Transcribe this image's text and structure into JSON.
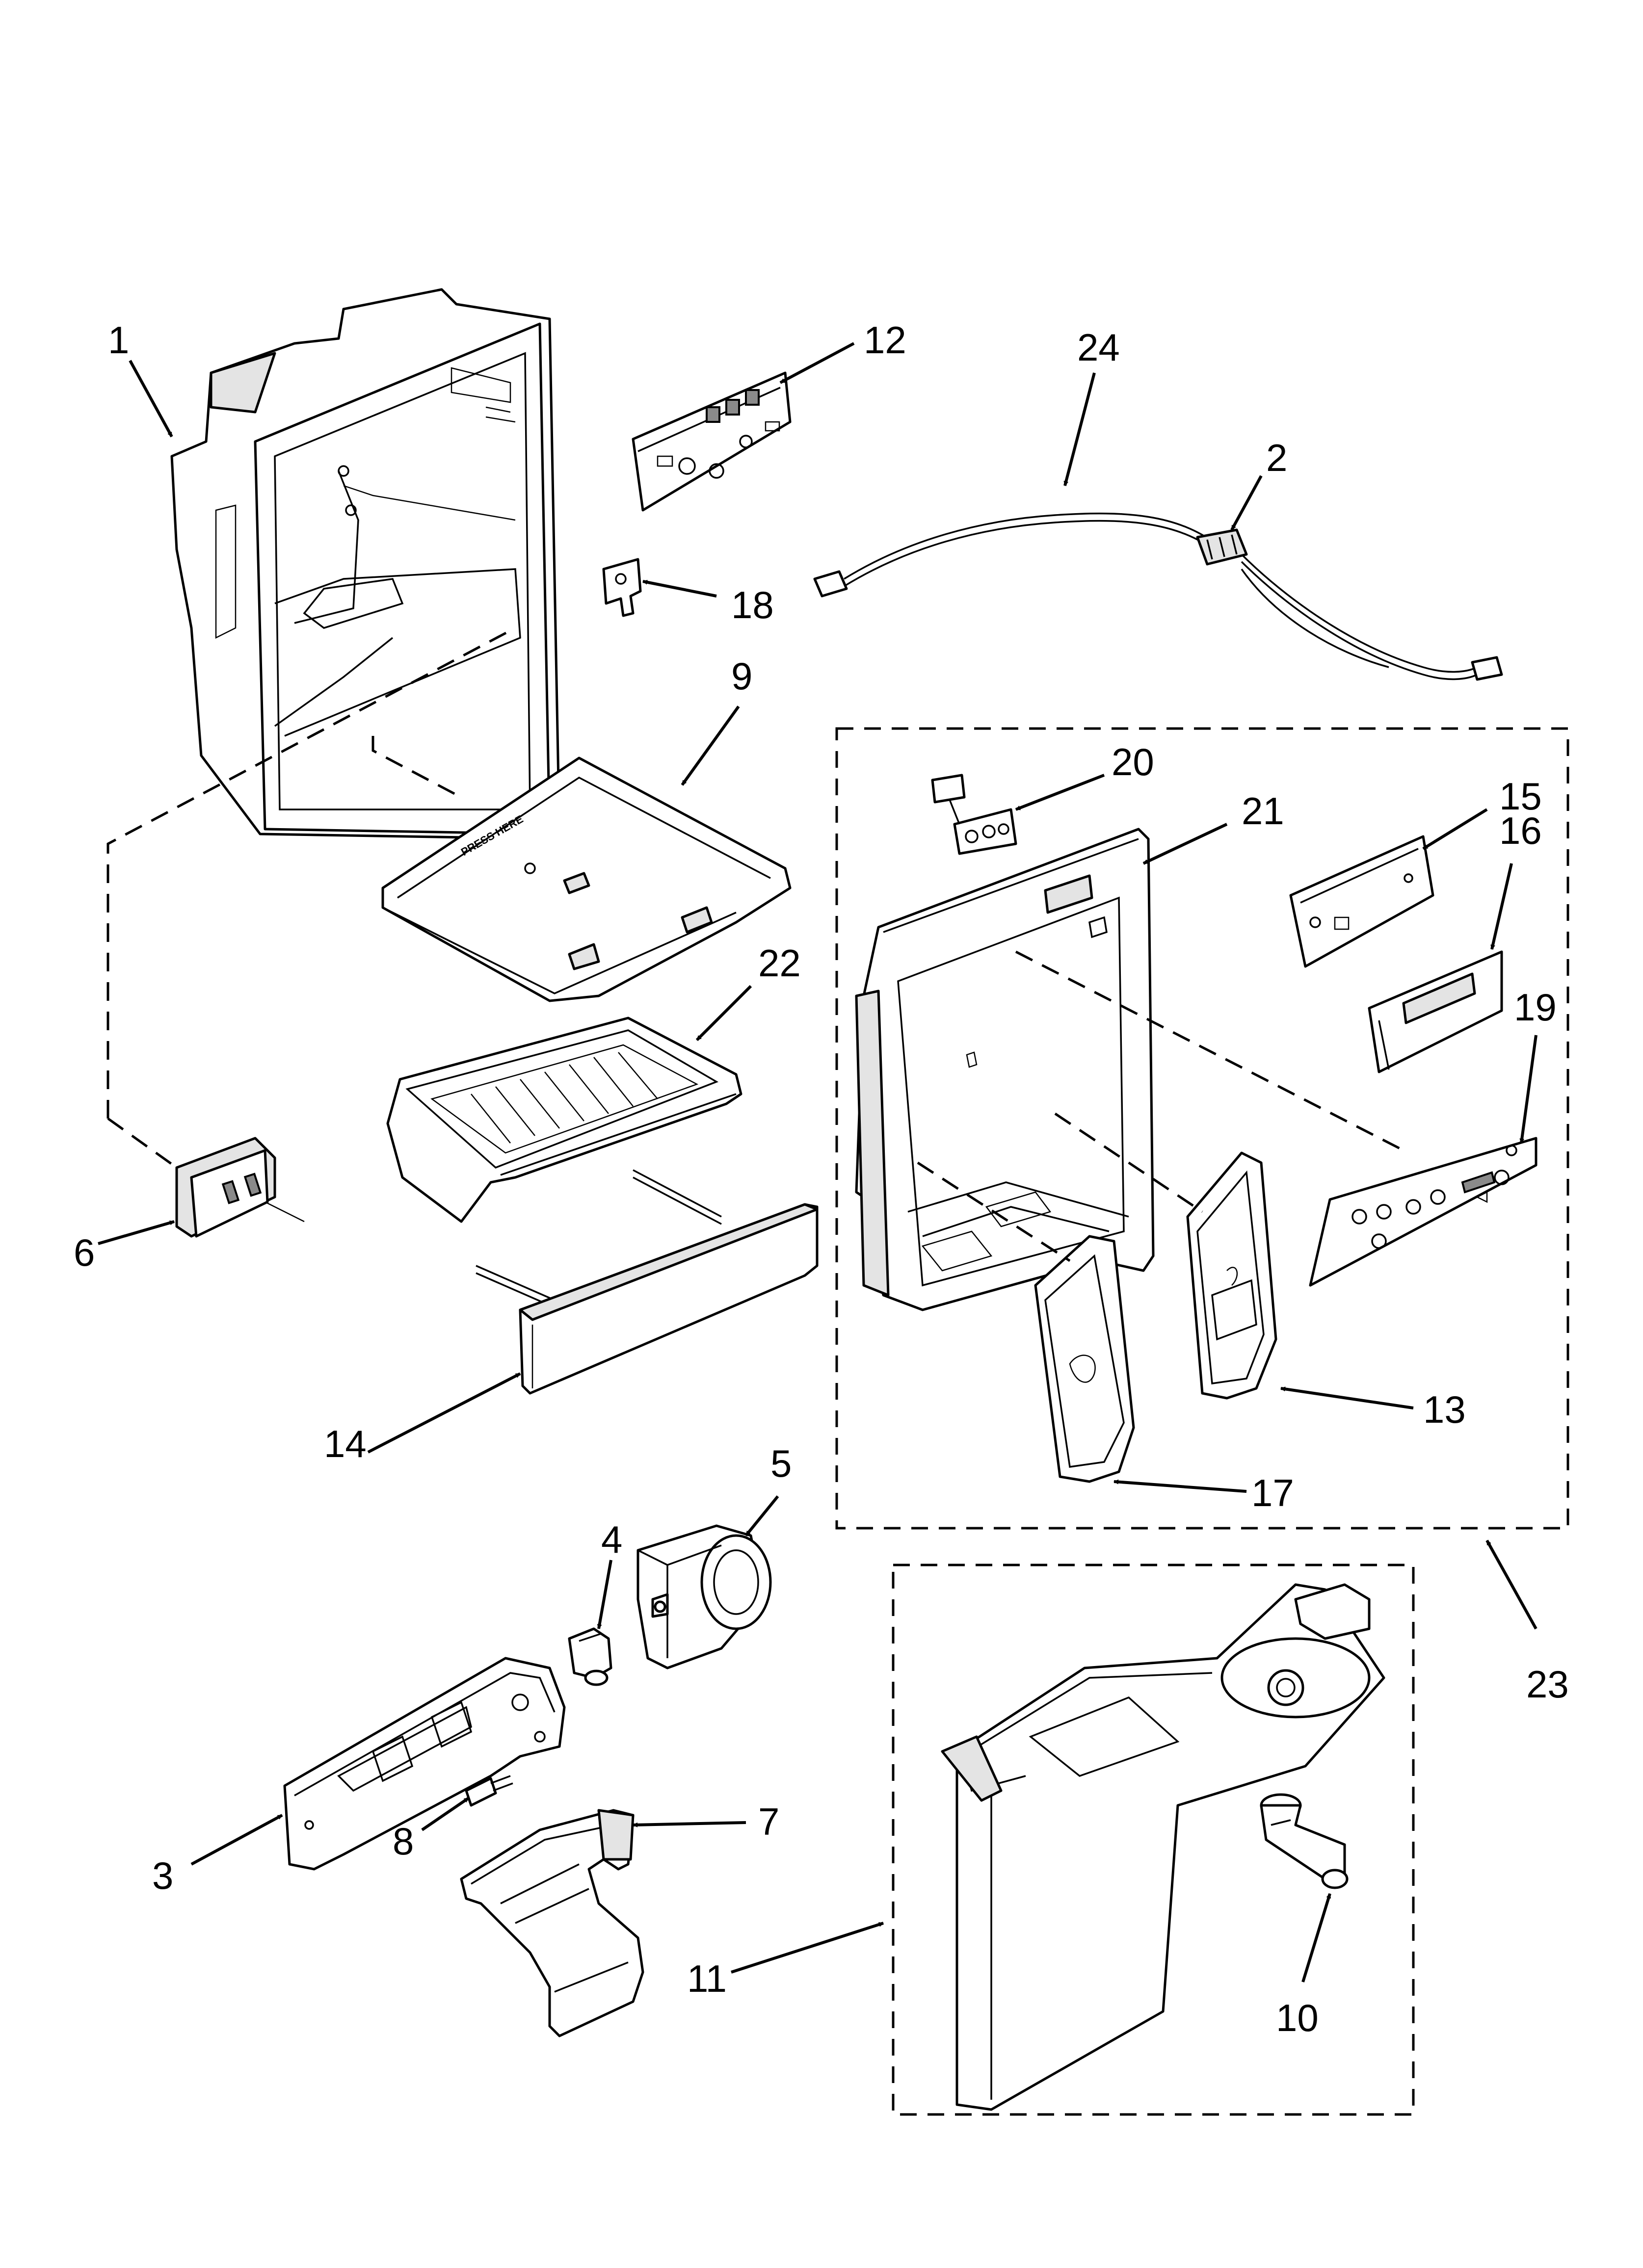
{
  "callouts": {
    "c1": "1",
    "c2": "2",
    "c3": "3",
    "c4": "4",
    "c5": "5",
    "c6": "6",
    "c7": "7",
    "c8": "8",
    "c9": "9",
    "c10": "10",
    "c11": "11",
    "c12": "12",
    "c13": "13",
    "c14": "14",
    "c15": "15",
    "c16": "16",
    "c17": "17",
    "c18": "18",
    "c19": "19",
    "c20": "20",
    "c21": "21",
    "c22": "22",
    "c23": "23",
    "c24": "24"
  },
  "part_text": {
    "press_here": "PRESS HERE"
  }
}
